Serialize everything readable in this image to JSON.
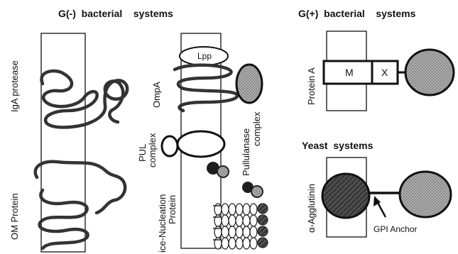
{
  "headers": {
    "gram_negative": "G(-)  bacterial    systems",
    "gram_positive": "G(+)  bacterial    systems",
    "yeast": "Yeast  systems"
  },
  "labels": {
    "iga_protease": "IgA protease",
    "om_protein": "OM Protein",
    "ompa": "OmpA",
    "lpp": "Lpp",
    "pul_complex_line1": "PUL",
    "pul_complex_line2": "complex",
    "pullulanase_line1": "Pullulanase",
    "pullulanase_line2": "complex",
    "ice_nucleation": "ice-Nucleation",
    "ice_nucleation_line2": "Protein",
    "protein_a": "Protein A",
    "domain_m": "M",
    "domain_x": "X",
    "alpha_agglutinin": "α-Agglutinin",
    "gpi_anchor": "GPI Anchor"
  },
  "colors": {
    "ink": "#111111",
    "coil": "#333333",
    "stipple_fill": "#9a9a9a",
    "dark_domain": "#2a2a2a",
    "hatched_domain": "#444444"
  }
}
